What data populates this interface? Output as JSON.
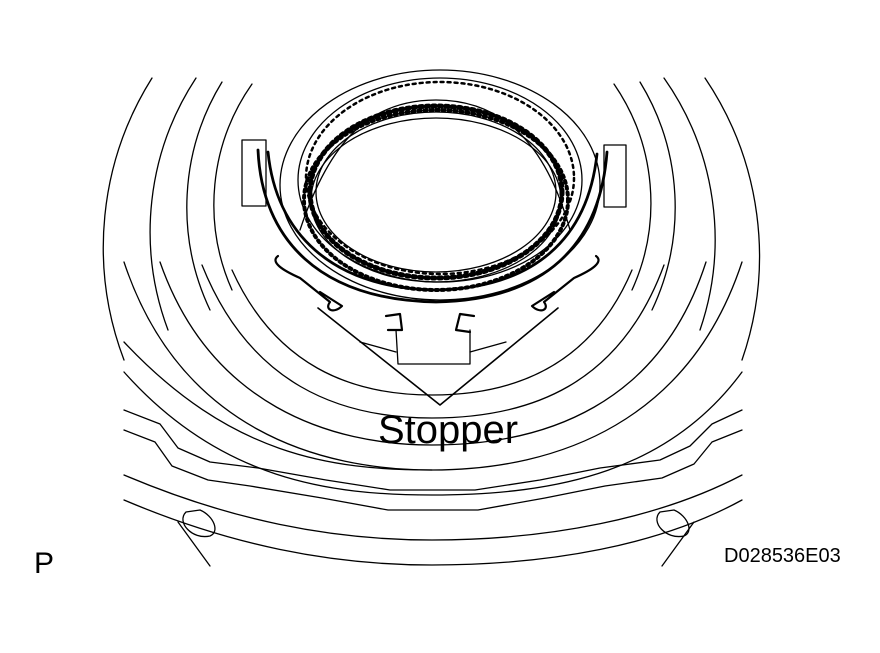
{
  "callout": {
    "text": "Stopper"
  },
  "corner_mark": {
    "text": "P"
  },
  "figure_code": {
    "text": "D028536E03"
  },
  "colors": {
    "line": "#000000",
    "background": "#ffffff"
  }
}
